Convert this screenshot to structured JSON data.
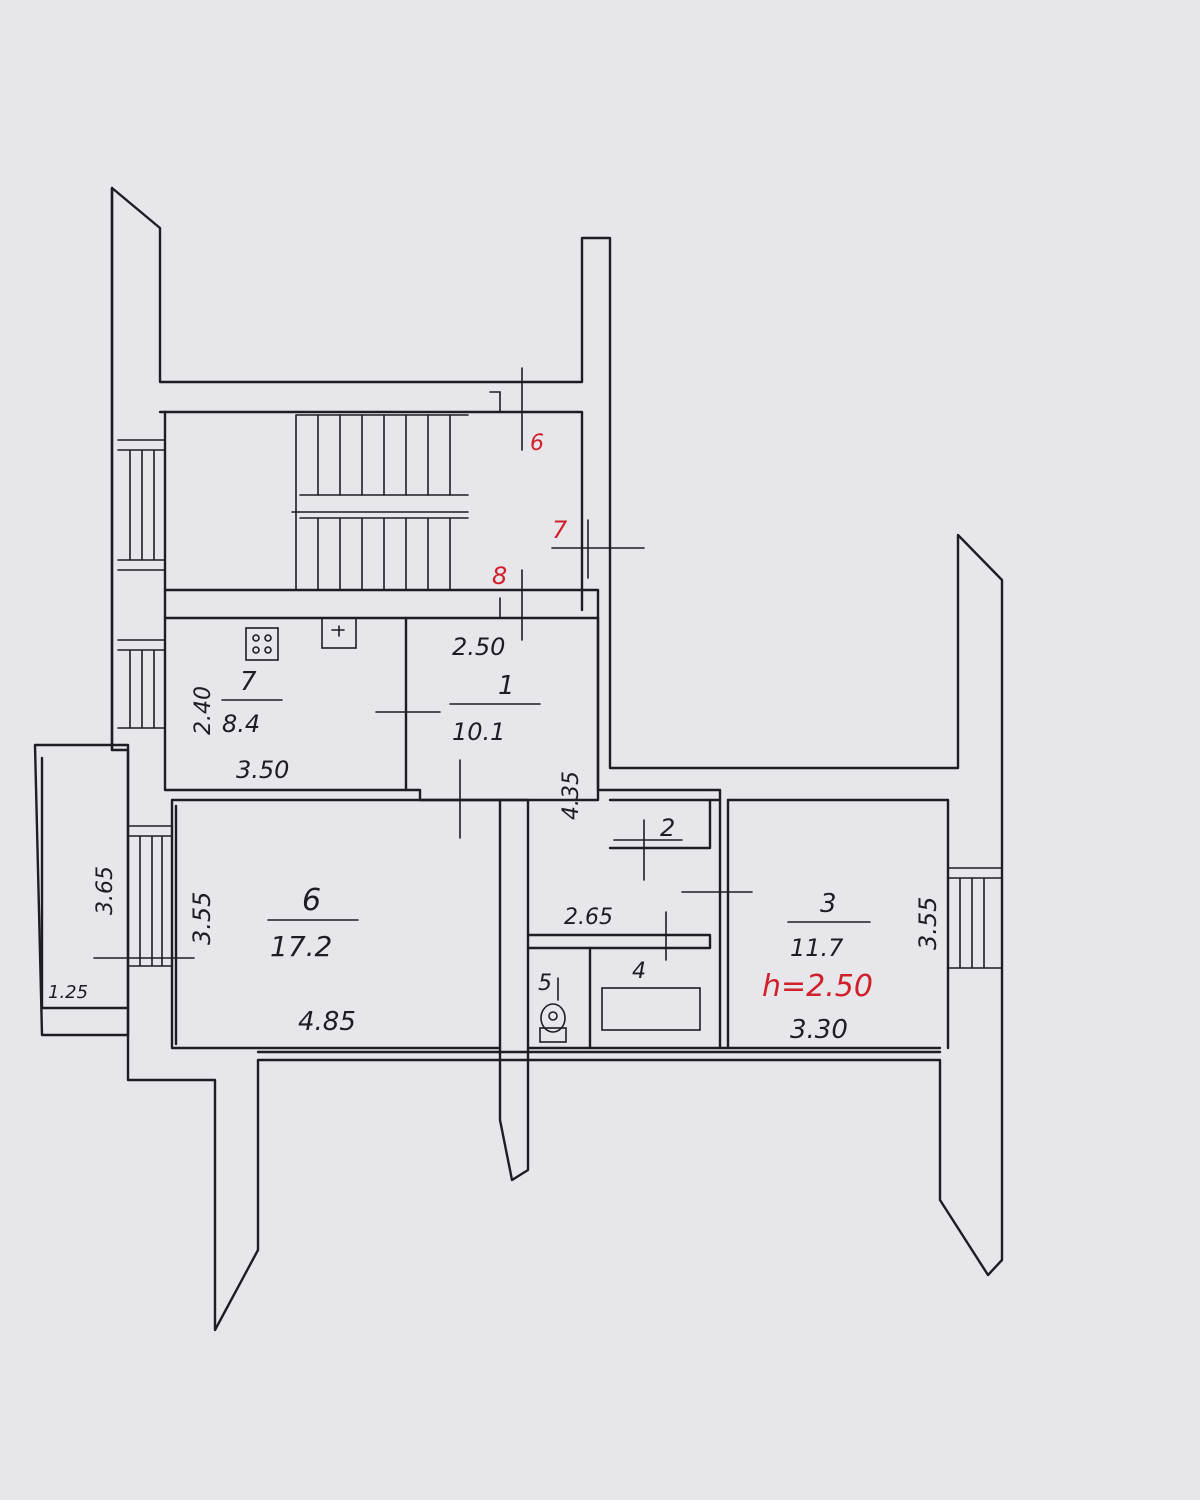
{
  "colors": {
    "paper": "#e7e6ea",
    "ink": "#1d1d24",
    "red_ink": "#d0202c"
  },
  "rooms": [
    {
      "number": "7",
      "area": "8.4",
      "width": "3.50",
      "depth": "2.40"
    },
    {
      "number": "1",
      "area": "10.1",
      "width": "2.50",
      "depth": "4.35"
    },
    {
      "number": "6",
      "area": "17.2",
      "width": "4.85",
      "depth": "3.55"
    },
    {
      "number": "2"
    },
    {
      "number": "3",
      "area": "11.7",
      "width": "3.30",
      "depth": "3.55"
    },
    {
      "number": "4"
    },
    {
      "number": "5",
      "width": "2.65"
    }
  ],
  "balcony": {
    "width": "1.25",
    "length": "3.65"
  },
  "stairwell_marks": [
    "6",
    "7",
    "8"
  ],
  "ceiling_height": "h=2.50",
  "icons": [
    "stove-icon",
    "sink-icon",
    "toilet-icon",
    "bathtub-icon"
  ]
}
